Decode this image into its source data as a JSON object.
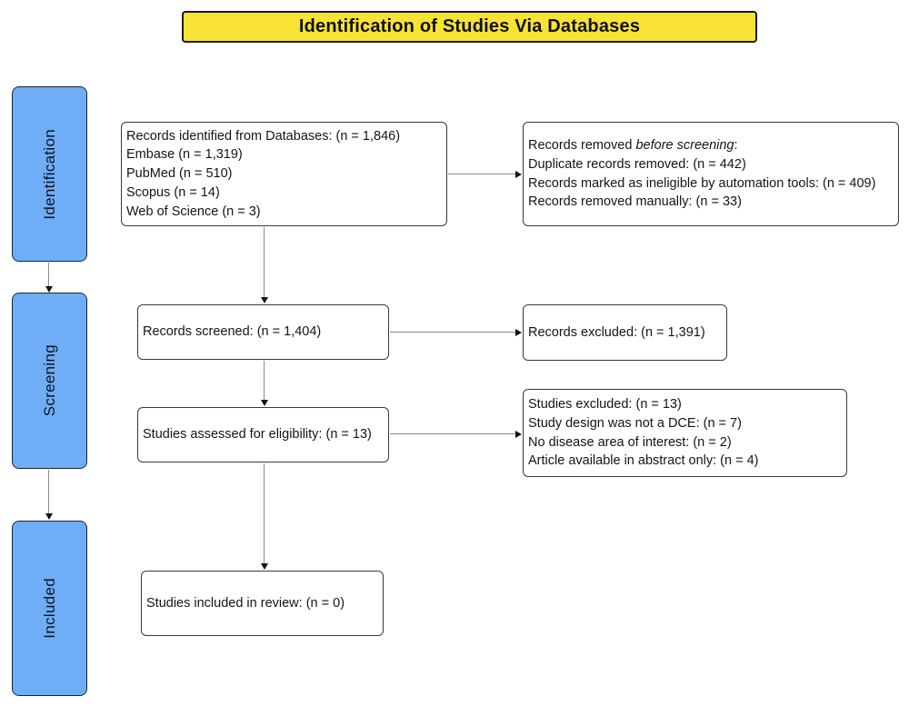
{
  "title": "Identification of Studies Via Databases",
  "colors": {
    "banner_bg": "#F8E334",
    "stage_bg": "#6FAEF6",
    "box_border": "#3a3a3a",
    "stage_border": "#17243a"
  },
  "stages": [
    {
      "label": "Identification"
    },
    {
      "label": "Screening"
    },
    {
      "label": "Included"
    }
  ],
  "boxes": {
    "identified": {
      "lines": [
        "Records identified from Databases: (n = 1,846)",
        "Embase (n = 1,319)",
        "PubMed (n = 510)",
        "Scopus (n = 14)",
        "Web of Science (n = 3)"
      ]
    },
    "removed": {
      "line1_prefix": "Records removed ",
      "line1_italic": "before screening",
      "line1_suffix": ":",
      "lines": [
        "Duplicate records removed: (n = 442)",
        "Records marked as ineligible by automation tools: (n = 409)",
        "Records removed manually: (n = 33)"
      ]
    },
    "screened": {
      "text": "Records screened: (n = 1,404)"
    },
    "excluded": {
      "text": "Records excluded: (n = 1,391)"
    },
    "assessed": {
      "text": "Studies assessed for eligibility: (n = 13)"
    },
    "studies_excluded": {
      "lines": [
        "Studies excluded: (n = 13)",
        "Study design was not a DCE: (n = 7)",
        "No disease area of interest: (n = 2)",
        "Article available in abstract only: (n = 4)"
      ]
    },
    "included": {
      "text": "Studies included in review: (n = 0)"
    }
  }
}
